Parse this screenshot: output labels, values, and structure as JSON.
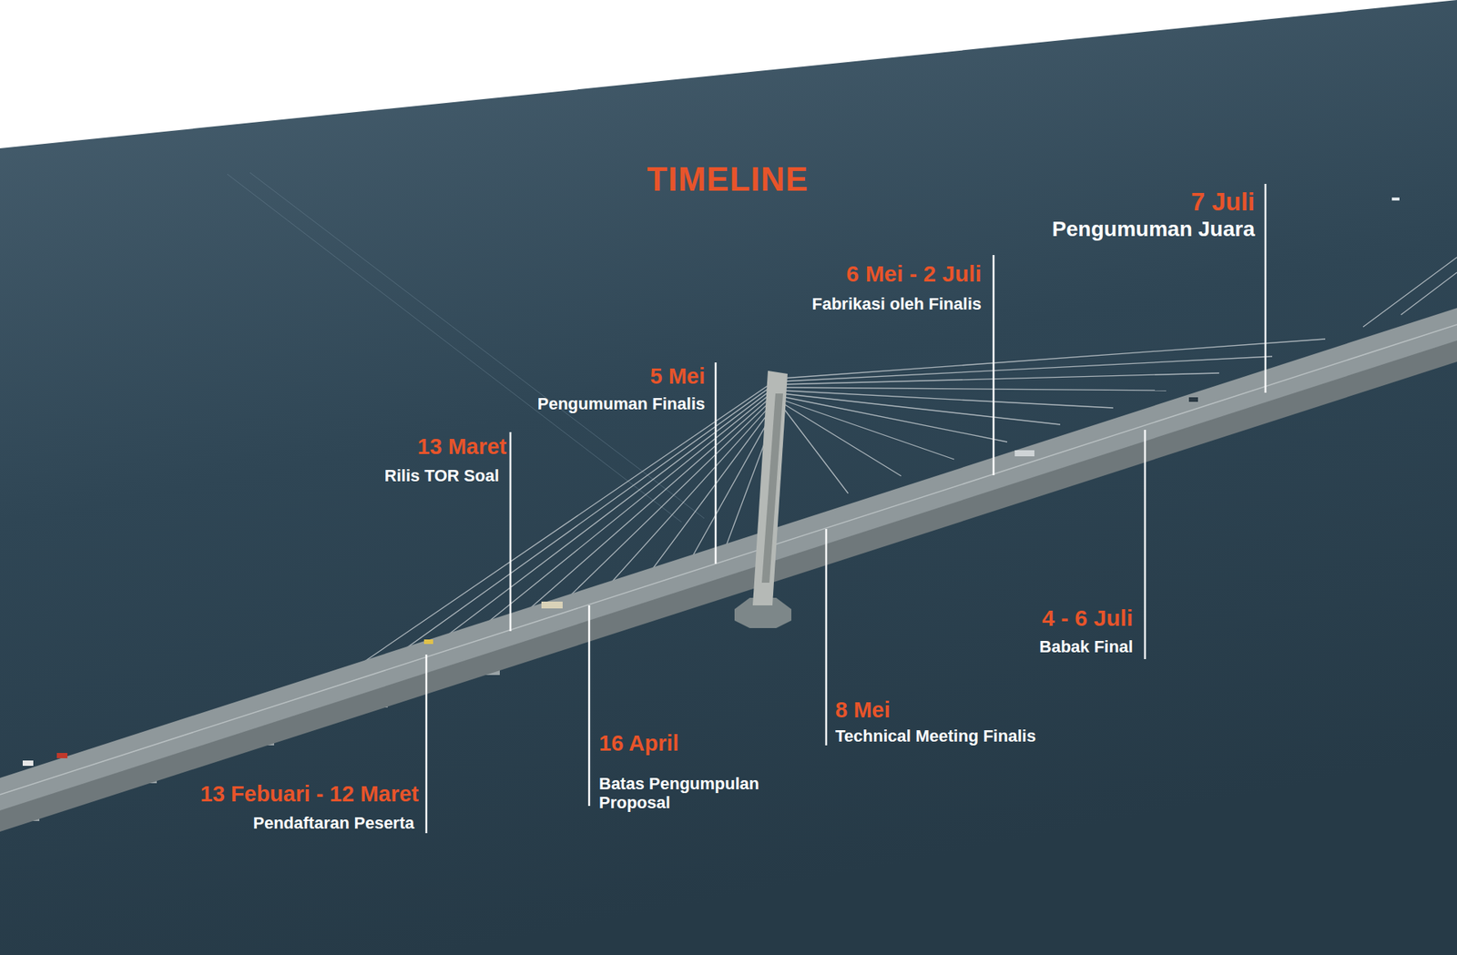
{
  "diagram": {
    "title": "TIMELINE",
    "labels": [
      "13 Febuari - 12 Maret",
      "Pendaftaran Peserta",
      "13 Maret",
      "Rilis TOR Soal",
      "16 April",
      "Batas Pengumpulan Proposal",
      "5 Mei",
      "Pengumuman Finalis",
      "8 Mei",
      "Technical Meeting Finalis",
      "6 Mei - 2 Juli",
      "Fabrikasi oleh Finalis",
      "4 - 6 Juli",
      "Babak Final",
      "7 Juli",
      "Pengumuman Juara"
    ]
  }
}
